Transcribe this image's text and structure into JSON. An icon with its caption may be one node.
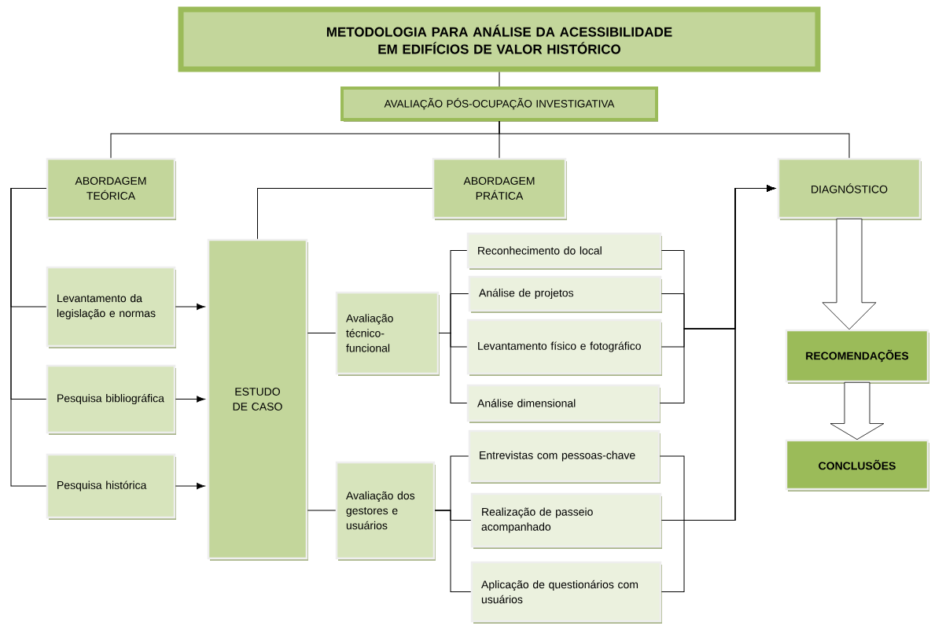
{
  "diagram": {
    "nodes": [
      {
        "text": [
          "METODOLOGIA PARA ANÁLISE DA ACESSIBILIDADE EM EDIFÍCIOS DE VALOR HISTÓRICO"
        ]
      },
      {
        "text": [
          "AVALIAÇÃO PÓS-OCUPAÇÃO INVESTIGATIVA"
        ]
      },
      {
        "text": [
          "ABORDAGEM TEÓRICA"
        ]
      },
      {
        "text": [
          "ABORDAGEM PRÁTICA"
        ]
      },
      {
        "text": [
          "DIAGNÓSTICO"
        ]
      },
      {
        "text": [
          "Levantamento da legislação e normas"
        ]
      },
      {
        "text": [
          "Pesquisa bibliográfica"
        ]
      },
      {
        "text": [
          "Pesquisa histórica"
        ]
      },
      {
        "text": [
          "ESTUDO DE CASO"
        ]
      },
      {
        "text": [
          "Avaliação técnico-funcional"
        ]
      },
      {
        "text": [
          "Avaliação dos gestores e usuários"
        ]
      },
      {
        "text": [
          "Reconhecimento do local"
        ]
      },
      {
        "text": [
          "Análise de projetos"
        ]
      },
      {
        "text": [
          "Levantamento físico e fotográfico"
        ]
      },
      {
        "text": [
          "Análise dimensional"
        ]
      },
      {
        "text": [
          "Entrevistas com pessoas-chave"
        ]
      },
      {
        "text": [
          "Realização de passeio acompanhado"
        ]
      },
      {
        "text": [
          "Aplicação de questionários com usuários"
        ]
      },
      {
        "text": [
          "RECOMENDAÇÕES"
        ]
      },
      {
        "text": [
          "CONCLUSÕES"
        ]
      }
    ],
    "edges": [
      {
        "from": 0,
        "to": 1,
        "arrow": "none"
      },
      {
        "from": 1,
        "to": 2,
        "arrow": "none"
      },
      {
        "from": 1,
        "to": 3,
        "arrow": "none"
      },
      {
        "from": 1,
        "to": 4,
        "arrow": "none"
      },
      {
        "from": 2,
        "to": 5,
        "arrow": "none"
      },
      {
        "from": 2,
        "to": 6,
        "arrow": "none"
      },
      {
        "from": 2,
        "to": 7,
        "arrow": "none"
      },
      {
        "from": 5,
        "to": 8,
        "arrow": "to"
      },
      {
        "from": 6,
        "to": 8,
        "arrow": "to"
      },
      {
        "from": 7,
        "to": 8,
        "arrow": "to"
      },
      {
        "from": 3,
        "to": 8,
        "arrow": "none"
      },
      {
        "from": 8,
        "to": 9,
        "arrow": "none"
      },
      {
        "from": 8,
        "to": 10,
        "arrow": "none"
      },
      {
        "from": 9,
        "to": 11,
        "arrow": "none"
      },
      {
        "from": 9,
        "to": 12,
        "arrow": "none"
      },
      {
        "from": 9,
        "to": 13,
        "arrow": "none"
      },
      {
        "from": 9,
        "to": 14,
        "arrow": "none"
      },
      {
        "from": 10,
        "to": 15,
        "arrow": "none"
      },
      {
        "from": 10,
        "to": 16,
        "arrow": "none"
      },
      {
        "from": 10,
        "to": 17,
        "arrow": "none"
      },
      {
        "from": 11,
        "to": 4,
        "arrow": "to"
      },
      {
        "from": 12,
        "to": 4,
        "arrow": "to"
      },
      {
        "from": 13,
        "to": 4,
        "arrow": "to"
      },
      {
        "from": 14,
        "to": 4,
        "arrow": "to"
      },
      {
        "from": 15,
        "to": 4,
        "arrow": "to"
      },
      {
        "from": 16,
        "to": 4,
        "arrow": "to"
      },
      {
        "from": 17,
        "to": 4,
        "arrow": "to"
      },
      {
        "from": 4,
        "to": 18,
        "arrow": "to"
      },
      {
        "from": 18,
        "to": 19,
        "arrow": "to"
      }
    ]
  }
}
